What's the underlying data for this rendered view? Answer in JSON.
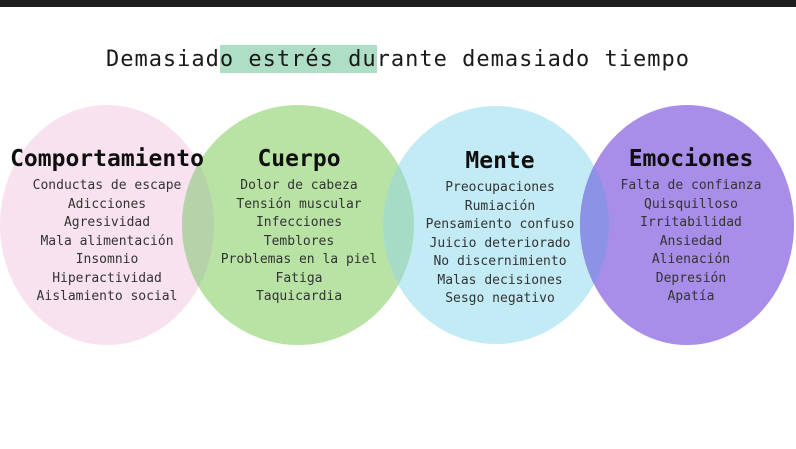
{
  "page": {
    "background": "#ffffff",
    "top_bar_color": "#1e1e1e"
  },
  "title": {
    "pre": "Demasiad",
    "highlight": "o estrés du",
    "post": "rante demasiado tiempo",
    "highlight_color": "#aedec6"
  },
  "circles": [
    {
      "name": "Comportamiento",
      "color": "#f8e2ef",
      "items": [
        "Conductas de escape",
        "Adicciones",
        "Agresividad",
        "Mala alimentación",
        "Insomnio",
        "Hiperactividad",
        "Aislamiento social"
      ]
    },
    {
      "name": "Cuerpo",
      "color": "#b9e3a5",
      "items": [
        "Dolor de cabeza",
        "Tensión muscular",
        "Infecciones",
        "Temblores",
        "Problemas en la piel",
        "Fatiga",
        "Taquicardia"
      ]
    },
    {
      "name": "Mente",
      "color": "#c3ebf6",
      "items": [
        "Preocupaciones",
        "Rumiación",
        "Pensamiento confuso",
        "Juicio deteriorado",
        "No discernimiento",
        "Malas decisiones",
        "Sesgo negativo"
      ]
    },
    {
      "name": "Emociones",
      "color": "#a98ee9",
      "items": [
        "Falta de confianza",
        "Quisquilloso",
        "Irritabilidad",
        "Ansiedad",
        "Alienación",
        "Depresión",
        "Apatía"
      ]
    }
  ],
  "overlap_colors": {
    "comportamiento_cuerpo": "#b6d2a8",
    "cuerpo_mente": "#a6dcc5",
    "mente_emociones": "#8c93e7"
  }
}
